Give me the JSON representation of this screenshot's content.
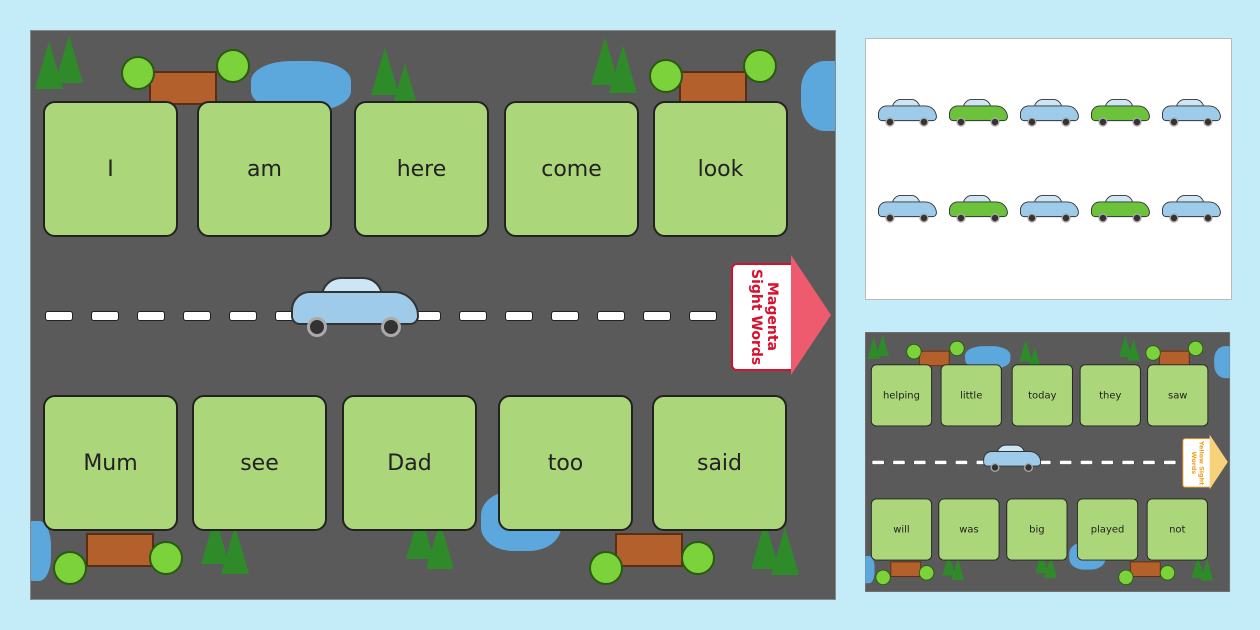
{
  "main_board": {
    "top_words": [
      "I",
      "am",
      "here",
      "come",
      "look"
    ],
    "bottom_words": [
      "Mum",
      "see",
      "Dad",
      "too",
      "said"
    ],
    "sign": {
      "text": "Magenta Sight Words",
      "color": "#d8102e",
      "arrow_color": "#ee5a6e"
    },
    "car_color": "#9fcbea"
  },
  "preview_board": {
    "top_words": [
      "helping",
      "little",
      "today",
      "they",
      "saw"
    ],
    "bottom_words": [
      "will",
      "was",
      "big",
      "played",
      "not"
    ],
    "sign": {
      "text": "Yellow Sight Words",
      "color": "#f0a020",
      "arrow_color": "#f8d27a"
    },
    "car_color": "#9fcbea"
  },
  "car_tokens": {
    "rows": [
      [
        "blue",
        "green",
        "blue",
        "green",
        "blue"
      ],
      [
        "blue",
        "green",
        "blue",
        "green",
        "blue"
      ]
    ],
    "colors": {
      "blue": "#9fcbea",
      "green": "#6cc23a"
    }
  }
}
